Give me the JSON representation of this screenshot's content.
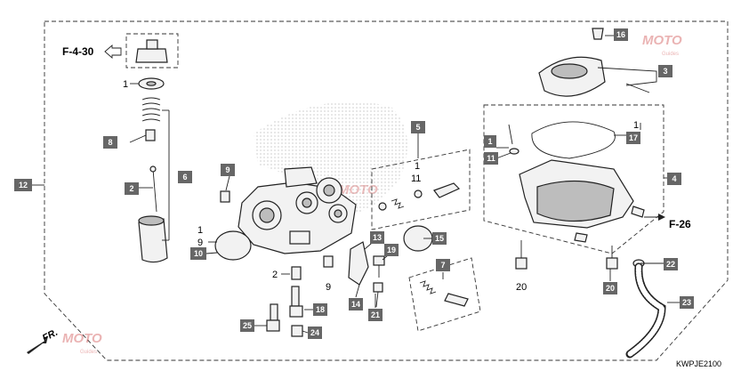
{
  "diagram": {
    "code": "KWPJE2100",
    "refs": {
      "top_left": "F-4-30",
      "right": "F-26",
      "direction": "FR."
    },
    "watermark": {
      "main": "MOTO",
      "sub": "Guides"
    },
    "boxed_callouts": [
      "16",
      "3",
      "1",
      "17",
      "11",
      "4",
      "5",
      "8",
      "6",
      "2",
      "9",
      "12",
      "10",
      "13",
      "19",
      "15",
      "7",
      "14",
      "21",
      "18",
      "25",
      "24",
      "22",
      "20",
      "23"
    ],
    "plain_callouts": [
      "1",
      "1",
      "11",
      "1",
      "9",
      "2",
      "9",
      "20"
    ]
  }
}
